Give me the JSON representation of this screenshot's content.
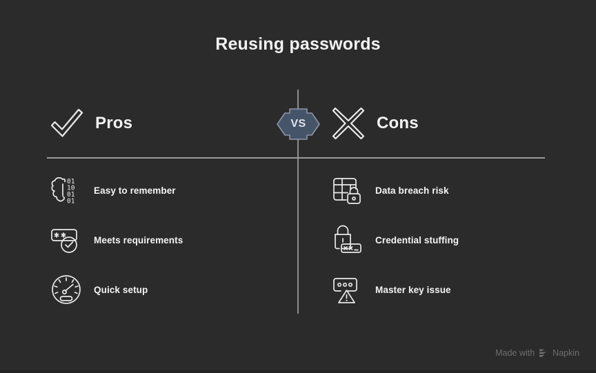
{
  "page": {
    "title": "Reusing passwords",
    "background_color": "#2b2b2b",
    "text_color": "#f2f2f2"
  },
  "versus_badge": {
    "label": "VS",
    "fill_color": "#465469",
    "border_color": "#8d96a8",
    "text_color": "#dfe4ec",
    "icon_name": "vs-hexagon-badge"
  },
  "columns": {
    "pros": {
      "heading": "Pros",
      "heading_icon": "check-mark-icon",
      "items": [
        {
          "label": "Easy to remember",
          "icon": "brain-binary-icon"
        },
        {
          "label": "Meets requirements",
          "icon": "password-field-check-icon"
        },
        {
          "label": "Quick setup",
          "icon": "speedometer-gauge-icon"
        }
      ]
    },
    "cons": {
      "heading": "Cons",
      "heading_icon": "cross-mark-icon",
      "items": [
        {
          "label": "Data breach risk",
          "icon": "database-lock-icon"
        },
        {
          "label": "Credential stuffing",
          "icon": "padlock-login-field-icon"
        },
        {
          "label": "Master key issue",
          "icon": "password-field-warning-icon"
        }
      ]
    }
  },
  "watermark": {
    "prefix": "Made with",
    "brand": "Napkin",
    "logo_icon": "napkin-chevron-logo",
    "color": "#6e6e6e"
  }
}
